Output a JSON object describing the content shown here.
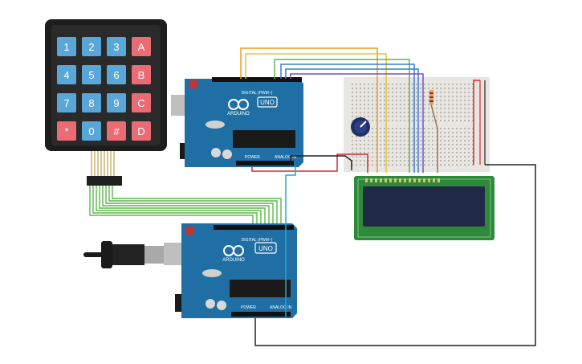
{
  "keypad": {
    "rows": [
      [
        "1",
        "2",
        "3",
        "A"
      ],
      [
        "4",
        "5",
        "6",
        "B"
      ],
      [
        "7",
        "8",
        "9",
        "C"
      ],
      [
        "*",
        "0",
        "#",
        "D"
      ]
    ],
    "digit_color": "#59a7d8",
    "letter_color": "#ea6b73",
    "body_color": "#1d1d1d"
  },
  "boards": {
    "top": {
      "brand": "ARDUINO",
      "model": "UNO",
      "digital_label": "DIGITAL (PWM~)",
      "power_label": "POWER",
      "analog_label": "ANALOG IN"
    },
    "bottom": {
      "brand": "ARDUINO",
      "model": "UNO",
      "digital_label": "DIGITAL (PWM~)",
      "power_label": "POWER",
      "analog_label": "ANALOG IN"
    },
    "board_color": "#1f6fa5"
  },
  "lcd": {
    "body_color": "#2e8a3a",
    "screen_color": "#202a46"
  },
  "breadboard": {
    "color": "#e8e6e2"
  },
  "wire_colors": {
    "orange": "#f39a1e",
    "yellow": "#e8c325",
    "green": "#5bb84a",
    "blue": "#3a7bd5",
    "purple": "#7a4fbf",
    "red": "#d8282a",
    "black": "#222222",
    "cyan": "#22a8c7"
  }
}
